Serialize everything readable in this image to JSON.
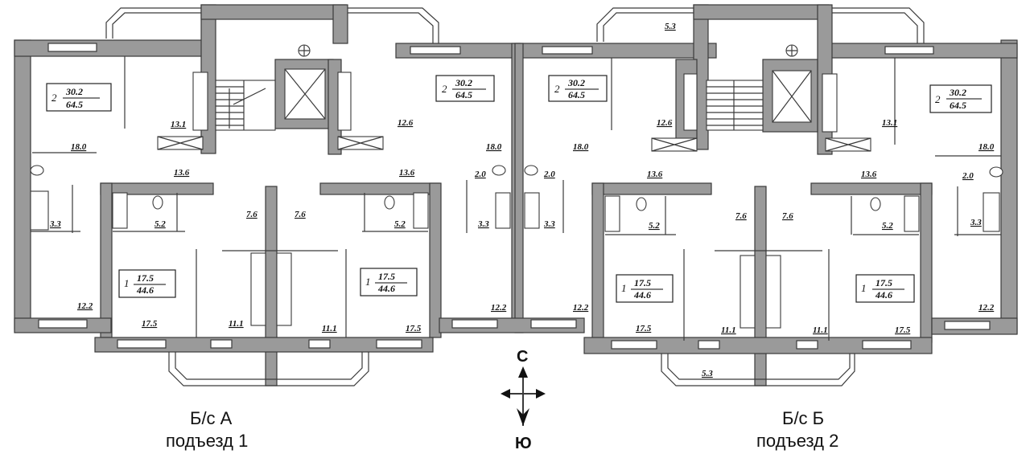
{
  "apartments": [
    {
      "id": "a1",
      "rooms": "2",
      "living": "30.2",
      "total": "64.5"
    },
    {
      "id": "a2",
      "rooms": "2",
      "living": "30.2",
      "total": "64.5"
    },
    {
      "id": "a3",
      "rooms": "2",
      "living": "30.2",
      "total": "64.5"
    },
    {
      "id": "a4",
      "rooms": "2",
      "living": "30.2",
      "total": "64.5"
    },
    {
      "id": "a5",
      "rooms": "1",
      "living": "17.5",
      "total": "44.6"
    },
    {
      "id": "a6",
      "rooms": "1",
      "living": "17.5",
      "total": "44.6"
    },
    {
      "id": "a7",
      "rooms": "1",
      "living": "17.5",
      "total": "44.6"
    },
    {
      "id": "a8",
      "rooms": "1",
      "living": "17.5",
      "total": "44.6"
    }
  ],
  "room_areas": {
    "r1": "13.1",
    "r2": "12.6",
    "r3": "12.6",
    "r4": "13.1",
    "r5": "5.3",
    "r6": "5.3",
    "r7": "18.0",
    "r8": "18.0",
    "r9": "18.0",
    "r10": "18.0",
    "r11": "13.6",
    "r12": "13.6",
    "r13": "13.6",
    "r14": "13.6",
    "r15": "2.0",
    "r16": "2.0",
    "r17": "2.0",
    "r18": "3.3",
    "r19": "3.3",
    "r20": "3.3",
    "r21": "3.3",
    "r22": "5.2",
    "r23": "5.2",
    "r24": "5.2",
    "r25": "5.2",
    "r26": "7.6",
    "r27": "7.6",
    "r28": "7.6",
    "r29": "7.6",
    "r30": "12.2",
    "r31": "12.2",
    "r32": "12.2",
    "r33": "12.2",
    "r34": "17.5",
    "r35": "17.5",
    "r36": "17.5",
    "r37": "17.5",
    "r38": "11.1",
    "r39": "11.1",
    "r40": "11.1",
    "r41": "11.1"
  },
  "captions": {
    "left_section": "Б/с А",
    "left_entrance": "подъезд 1",
    "right_section": "Б/с Б",
    "right_entrance": "подъезд 2"
  },
  "compass": {
    "north": "С",
    "south": "Ю"
  }
}
